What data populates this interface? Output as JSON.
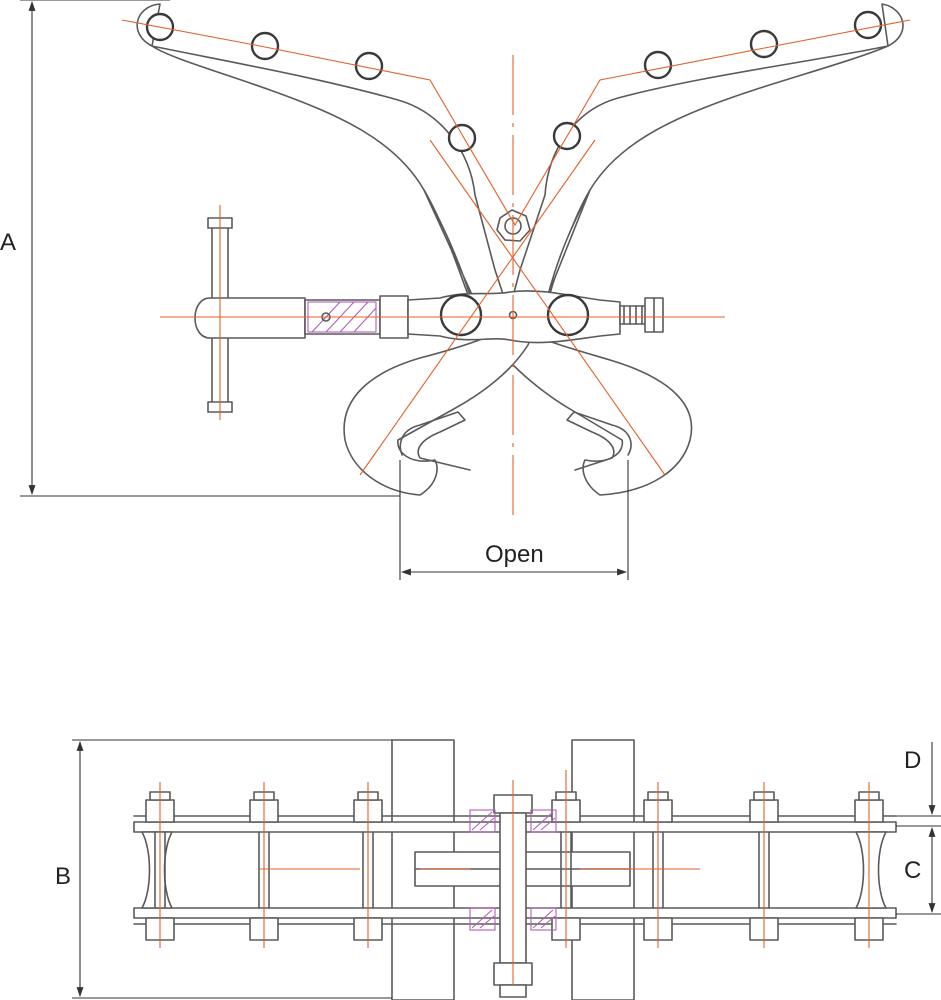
{
  "labels": {
    "dimension_a": "A",
    "dimension_open": "Open",
    "dimension_b": "B",
    "dimension_c": "C",
    "dimension_d": "D"
  },
  "colors": {
    "outline": "#5a5a5a",
    "centerline": "#e0622a",
    "section_hatch": "#b05fb8",
    "dimension": "#333333"
  }
}
